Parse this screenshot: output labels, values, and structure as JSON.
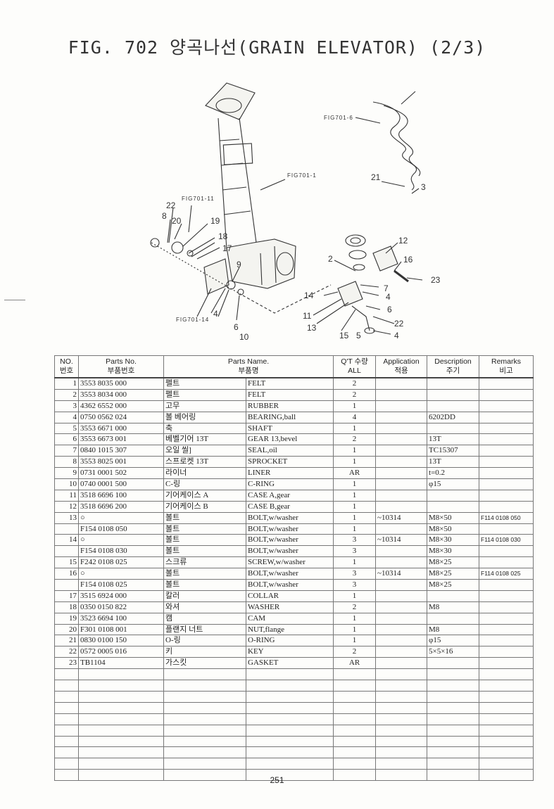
{
  "title": "FIG. 702 양곡나선(GRAIN ELEVATOR) (2/3)",
  "diagram": {
    "refs": {
      "fig701_6": "FIG701-6",
      "fig701_1": "FIG701-1",
      "fig701_11": "FIG701-11",
      "fig701_14": "FIG701-14"
    },
    "callouts": [
      "21",
      "3",
      "22",
      "8",
      "20",
      "19",
      "18",
      "17",
      "9",
      "4",
      "6",
      "10",
      "12",
      "16",
      "2",
      "23",
      "7",
      "4",
      "14",
      "6",
      "11",
      "13",
      "15",
      "5",
      "22",
      "4"
    ]
  },
  "table": {
    "headers": {
      "no": "NO.",
      "no_kr": "번호",
      "parts_no": "Parts No.",
      "parts_no_kr": "부품번호",
      "parts_name": "Parts Name.",
      "parts_name_kr": "부품명",
      "qty": "Q'T 수량",
      "qty_all": "ALL",
      "application": "Application",
      "application_kr": "적용",
      "description": "Description",
      "description_kr": "주기",
      "remarks": "Remarks",
      "remarks_kr": "비고"
    },
    "rows": [
      {
        "no": "1",
        "pno": "3553 8035 000",
        "kr": "펠트",
        "en": "FELT",
        "qty": "2",
        "app": "",
        "desc": "",
        "rem": ""
      },
      {
        "no": "2",
        "pno": "3553 8034 000",
        "kr": "펠트",
        "en": "FELT",
        "qty": "2",
        "app": "",
        "desc": "",
        "rem": ""
      },
      {
        "no": "3",
        "pno": "4362 6552 000",
        "kr": "고무",
        "en": "RUBBER",
        "qty": "1",
        "app": "",
        "desc": "",
        "rem": ""
      },
      {
        "no": "4",
        "pno": "0750 0562 024",
        "kr": "볼 베어링",
        "en": "BEARING,ball",
        "qty": "4",
        "app": "",
        "desc": "6202DD",
        "rem": ""
      },
      {
        "no": "5",
        "pno": "3553 6671 000",
        "kr": "축",
        "en": "SHAFT",
        "qty": "1",
        "app": "",
        "desc": "",
        "rem": ""
      },
      {
        "no": "6",
        "pno": "3553 6673 001",
        "kr": "베벨기어 13T",
        "en": "GEAR 13,bevel",
        "qty": "2",
        "app": "",
        "desc": "13T",
        "rem": ""
      },
      {
        "no": "7",
        "pno": "0840 1015 307",
        "kr": "오일 씰]",
        "en": "SEAL,oil",
        "qty": "1",
        "app": "",
        "desc": "TC15307",
        "rem": ""
      },
      {
        "no": "8",
        "pno": "3553 8025 001",
        "kr": "스프로켓 13T",
        "en": "SPROCKET",
        "qty": "1",
        "app": "",
        "desc": "13T",
        "rem": ""
      },
      {
        "no": "9",
        "pno": "0731 0001 502",
        "kr": "라이너",
        "en": "LINER",
        "qty": "AR",
        "app": "",
        "desc": "t=0.2",
        "rem": ""
      },
      {
        "no": "10",
        "pno": "0740 0001 500",
        "kr": "C-링",
        "en": "C-RING",
        "qty": "1",
        "app": "",
        "desc": "φ15",
        "rem": ""
      },
      {
        "no": "11",
        "pno": "3518 6696 100",
        "kr": "기어케이스 A",
        "en": "CASE A,gear",
        "qty": "1",
        "app": "",
        "desc": "",
        "rem": ""
      },
      {
        "no": "12",
        "pno": "3518 6696 200",
        "kr": "기어케이스 B",
        "en": "CASE B,gear",
        "qty": "1",
        "app": "",
        "desc": "",
        "rem": ""
      },
      {
        "no": "13",
        "pno": "○",
        "kr": "볼트",
        "en": "BOLT,w/washer",
        "qty": "1",
        "app": "~10314",
        "desc": "M8×50",
        "rem": "F114 0108 050"
      },
      {
        "no": "",
        "pno": "F154 0108 050",
        "kr": "볼트",
        "en": "BOLT,w/washer",
        "qty": "1",
        "app": "",
        "desc": "M8×50",
        "rem": ""
      },
      {
        "no": "14",
        "pno": "○",
        "kr": "볼트",
        "en": "BOLT,w/washer",
        "qty": "3",
        "app": "~10314",
        "desc": "M8×30",
        "rem": "F114 0108 030"
      },
      {
        "no": "",
        "pno": "F154 0108 030",
        "kr": "볼트",
        "en": "BOLT,w/washer",
        "qty": "3",
        "app": "",
        "desc": "M8×30",
        "rem": ""
      },
      {
        "no": "15",
        "pno": "F242 0108 025",
        "kr": "스크류",
        "en": "SCREW,w/washer",
        "qty": "1",
        "app": "",
        "desc": "M8×25",
        "rem": ""
      },
      {
        "no": "16",
        "pno": "○",
        "kr": "볼트",
        "en": "BOLT,w/washer",
        "qty": "3",
        "app": "~10314",
        "desc": "M8×25",
        "rem": "F114 0108 025"
      },
      {
        "no": "",
        "pno": "F154 0108 025",
        "kr": "볼트",
        "en": "BOLT,w/washer",
        "qty": "3",
        "app": "",
        "desc": "M8×25",
        "rem": ""
      },
      {
        "no": "17",
        "pno": "3515 6924 000",
        "kr": "칼러",
        "en": "COLLAR",
        "qty": "1",
        "app": "",
        "desc": "",
        "rem": ""
      },
      {
        "no": "18",
        "pno": "0350 0150 822",
        "kr": "와셔",
        "en": "WASHER",
        "qty": "2",
        "app": "",
        "desc": "M8",
        "rem": ""
      },
      {
        "no": "19",
        "pno": "3523 6694 100",
        "kr": "캠",
        "en": "CAM",
        "qty": "1",
        "app": "",
        "desc": "",
        "rem": ""
      },
      {
        "no": "20",
        "pno": "F301 0108 001",
        "kr": "플랜지 너트",
        "en": "NUT,flange",
        "qty": "1",
        "app": "",
        "desc": "M8",
        "rem": ""
      },
      {
        "no": "21",
        "pno": "0830 0100 150",
        "kr": "O-링",
        "en": "O-RING",
        "qty": "1",
        "app": "",
        "desc": "φ15",
        "rem": ""
      },
      {
        "no": "22",
        "pno": "0572 0005 016",
        "kr": "키",
        "en": "KEY",
        "qty": "2",
        "app": "",
        "desc": "5×5×16",
        "rem": ""
      },
      {
        "no": "23",
        "pno": "TB1104",
        "kr": "가스킷",
        "en": "GASKET",
        "qty": "AR",
        "app": "",
        "desc": "",
        "rem": ""
      }
    ],
    "empty_rows": 10
  },
  "page_number": "251"
}
